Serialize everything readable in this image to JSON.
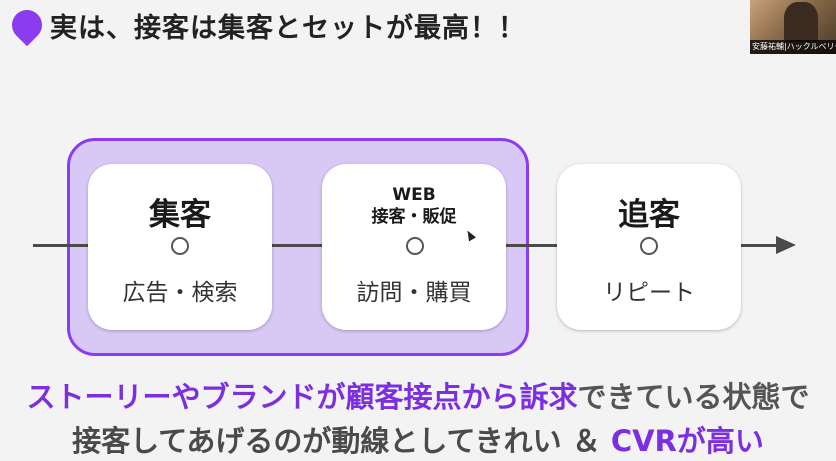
{
  "slide": {
    "heading": "実は、接客は集客とセットが最高！！",
    "colors": {
      "accent": "#8b3cf0",
      "group_fill": "#d7c8f5"
    }
  },
  "video": {
    "caption": "安藤祐輔|ハックルベリー"
  },
  "cards": [
    {
      "title": "集客",
      "sub": "広告・検索"
    },
    {
      "title_line1": "WEB",
      "title_line2": "接客・販促",
      "sub": "訪問・購買"
    },
    {
      "title": "追客",
      "sub": "リピート"
    }
  ],
  "statement": {
    "line1_a": "ストーリーやブランドが顧客接点から訴求",
    "line1_b": "できている状態で",
    "line2_a": "接客してあげるのが動線としてきれい ＆ ",
    "line2_b": "CVRが高い"
  }
}
